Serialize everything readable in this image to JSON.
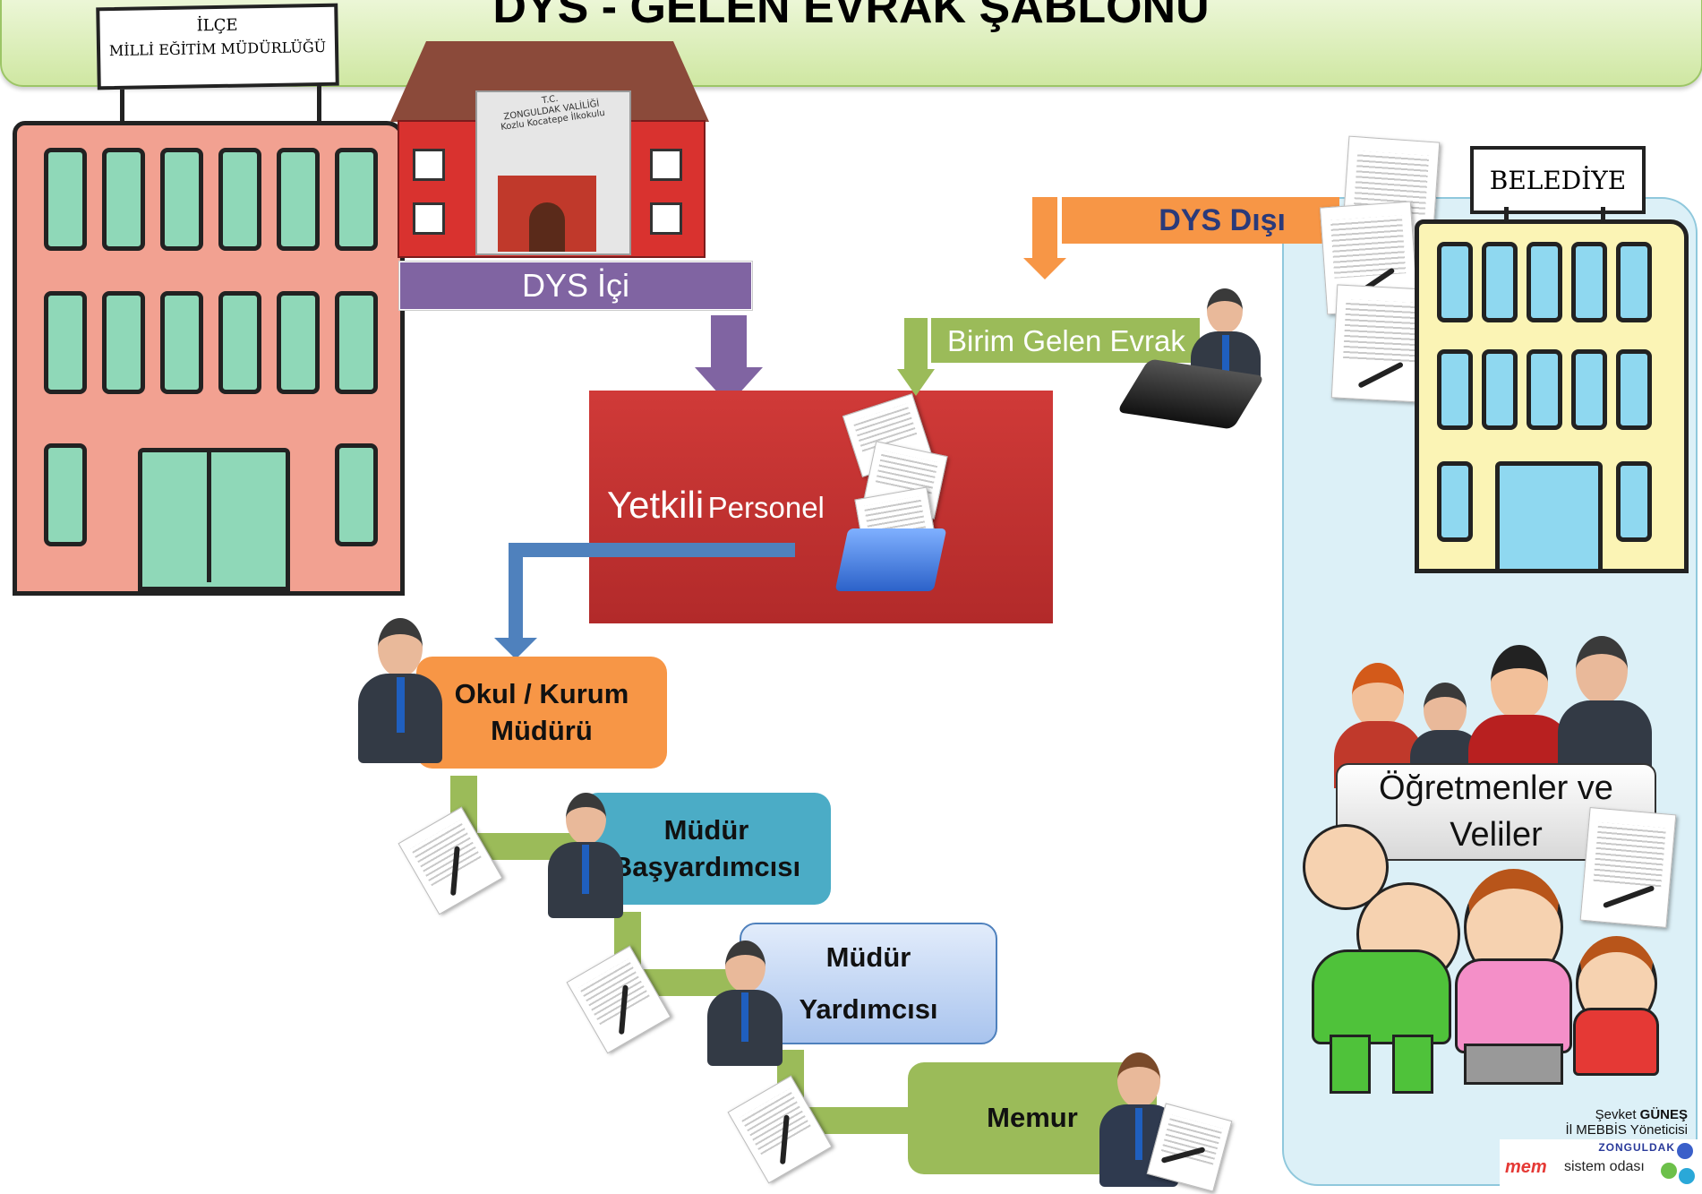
{
  "title": "DYS - GELEN EVRAK ŞABLONU",
  "signs": {
    "ilce_line1": "İLÇE",
    "ilce_line2": "MİLLİ EĞİTİM MÜDÜRLÜĞÜ",
    "belediye": "BELEDİYE"
  },
  "school_plaque": {
    "line1": "T.C.",
    "line2": "ZONGULDAK VALİLİĞİ",
    "line3": "Kozlu Kocatepe İlkokulu"
  },
  "labels": {
    "dys_ici": "DYS İçi",
    "dys_disi": "DYS Dışı",
    "birim_gelen_evrak": "Birim Gelen Evrak",
    "yetkili": "Yetkili",
    "personel": "Personel",
    "ogretmenler": "Öğretmenler ve",
    "veliler": "Veliler"
  },
  "hierarchy": [
    {
      "line1": "Okul / Kurum",
      "line2": "Müdürü"
    },
    {
      "line1": "Müdür",
      "line2": "Başyardımcısı"
    },
    {
      "line1": "Müdür",
      "line2": "Yardımcısı"
    },
    {
      "line1": "Memur",
      "line2": ""
    }
  ],
  "credit": {
    "name_first": "Şevket",
    "name_last": "GÜNEŞ",
    "role": "İl MEBBİS Yöneticisi",
    "org": "ZONGULDAK",
    "logo_mem": "mem",
    "logo_room": "sistem odası"
  },
  "colors": {
    "purple": "#8064a2",
    "orange": "#f79646",
    "green": "#9bbb59",
    "red": "#c0392b",
    "blue_arrow": "#4f81bd",
    "teal": "#4bacc6",
    "light_blue": "#c5d9f1",
    "mem_building": "#f2a191",
    "belediye_building": "#fbf4b5",
    "right_panel": "#dcf0f7"
  }
}
